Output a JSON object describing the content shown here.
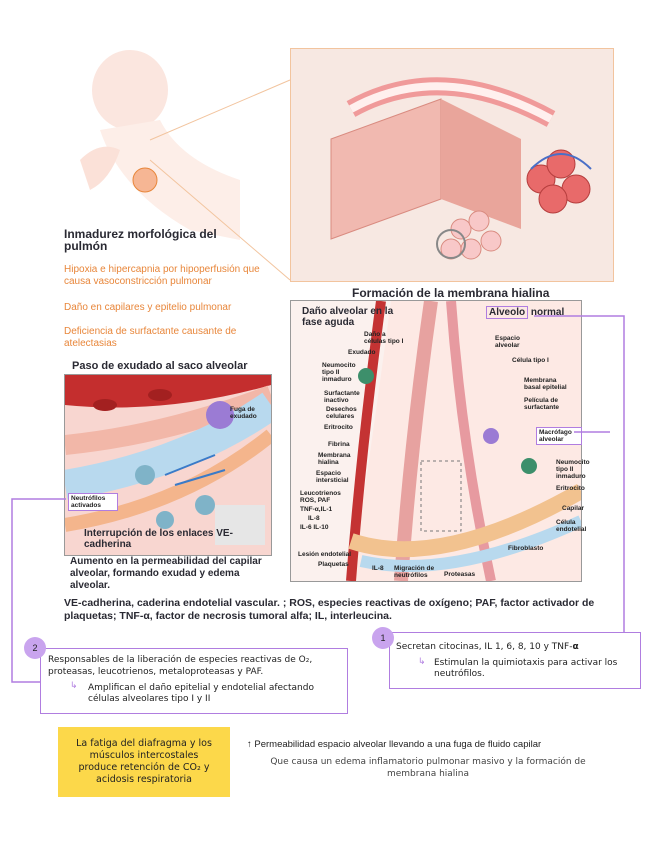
{
  "left_panel": {
    "title": "Inmadurez morfológica del pulmón",
    "items": [
      "Hipoxia e hipercapnia por hipoperfusión que causa vasoconstricción pulmonar",
      "Daño en capilares y epitelio pulmonar",
      "Deficiencia de surfactante causante de atelectasias"
    ]
  },
  "exudate": {
    "title": "Paso de exudado al saco alveolar",
    "fuga_label": "Fuga de exudado",
    "neutrofilos_label": "Neutrófilos activados",
    "ve_title": "Interrupción de los enlaces VE-cadherina",
    "caption": "Aumento en la permeabilidad del capilar alveolar, formando exudad y edema alveolar."
  },
  "hyaline": {
    "title": "Formación de la membrana hialina",
    "damage_title": "Daño alveolar en la fase aguda",
    "normal_word1": "Alveolo",
    "normal_word2": "normal",
    "labels_left": [
      "Daño a células tipo I",
      "Exudado",
      "Neumocito tipo II inmaduro",
      "Surfactante inactivo",
      "Desechos celulares",
      "Eritrocito",
      "Fibrina",
      "Membrana hialina",
      "Espacio intersticial",
      "Leucotrienos ROS, PAF",
      "TNF-α,IL-1",
      "IL-8",
      "IL-6 IL-10",
      "Lesión endotelial",
      "Plaquetas",
      "IL-8",
      "Migración de neutrófilos",
      "Proteasas"
    ],
    "labels_right": [
      "Espacio alveolar",
      "Célula tipo I",
      "Membrana basal epitelial",
      "Película de surfactante",
      "Macrófago alveolar",
      "Neumocito tipo II inmaduro",
      "Eritrocito",
      "Capilar",
      "Célula endotelial",
      "Fibroblasto"
    ]
  },
  "abbrev": "VE-cadherina, caderina endotelial vascular. ; ROS, especies reactivas de oxígeno; PAF, factor activador de plaquetas; TNF-α, factor de necrosis tumoral alfa; IL, interleucina.",
  "box1": {
    "num": "1",
    "line1": "Secretan citocinas, IL 1, 6, 8, 10 y TNF-",
    "alpha": "α",
    "line2": "Estimulan la quimiotaxis para activar los neutrófilos."
  },
  "box2": {
    "num": "2",
    "line1": "Responsables de la liberación de especies reactivas de O₂, proteasas, leucotrienos, metaloproteasas y PAF.",
    "line2": "Amplifican el daño epitelial y endotelial afectando células alveolares tipo I y II"
  },
  "yellow_note": "La fatiga del diafragma y los músculos intercostales produce retención de CO₂ y acidosis respiratoria",
  "permeability": {
    "title": "↑ Permeabilidad espacio alveolar llevando a una fuga de fluido capilar",
    "subtitle": "Que causa un edema inflamatorio pulmonar masivo y la formación de membrana hialina"
  },
  "colors": {
    "orange": "#e8863a",
    "purple": "#b07de0",
    "yellow": "#fcd84a"
  }
}
